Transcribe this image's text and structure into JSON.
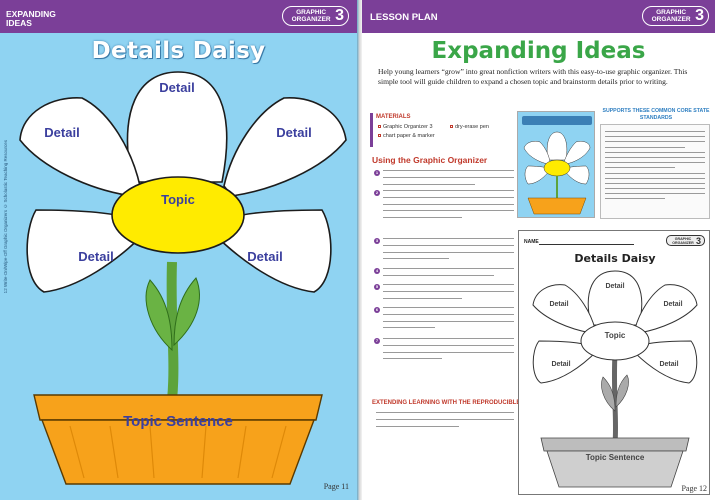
{
  "left_page": {
    "header_label": "EXPANDING IDEAS",
    "badge_text": "GRAPHIC ORGANIZER",
    "badge_number": "3",
    "title": "Details Daisy",
    "petal_top": "Detail",
    "petal_upper_left": "Detail",
    "petal_upper_right": "Detail",
    "petal_lower_left": "Detail",
    "petal_lower_right": "Detail",
    "center_label": "Topic",
    "pot_label": "Topic Sentence",
    "page_number": "Page 11",
    "side_credit": "12 Write-On/Wipe-Off Graphic Organizers © Scholastic Teaching Resources"
  },
  "right_page": {
    "header_label": "LESSON PLAN",
    "badge_text": "GRAPHIC ORGANIZER",
    "badge_number": "3",
    "title": "Expanding Ideas",
    "intro": "Help young learners “grow” into great nonfiction writers with this easy-to-use graphic organizer. This simple tool will guide children to expand a chosen topic and brainstorm details prior to writing.",
    "materials_heading": "MATERIALS",
    "materials": [
      "Graphic Organizer 3",
      "chart paper & marker",
      "dry-erase pen"
    ],
    "section_heading": "Using the Graphic Organizer",
    "extending_heading": "EXTENDING LEARNING WITH THE REPRODUCIBLE",
    "standards_heading": "SUPPORTS THESE COMMON CORE STATE STANDARDS",
    "page_number": "Page 12",
    "reproducible": {
      "name_label": "NAME",
      "badge_text": "GRAPHIC ORGANIZER",
      "badge_number": "3",
      "title": "Details Daisy",
      "petal_top": "Detail",
      "petal_left": "Detail",
      "petal_right": "Detail",
      "petal_lower_left": "Detail",
      "petal_lower_right": "Detail",
      "center_label": "Topic",
      "pot_label": "Topic Sentence"
    }
  },
  "colors": {
    "header_purple": "#7b3f98",
    "left_background": "#8fd3f2",
    "title_green": "#3aa648",
    "center_yellow": "#ffeb00",
    "pot_orange": "#f7a21b",
    "stem_green": "#6ab344",
    "accent_red": "#c0392b",
    "standards_blue": "#2f7fc1"
  }
}
